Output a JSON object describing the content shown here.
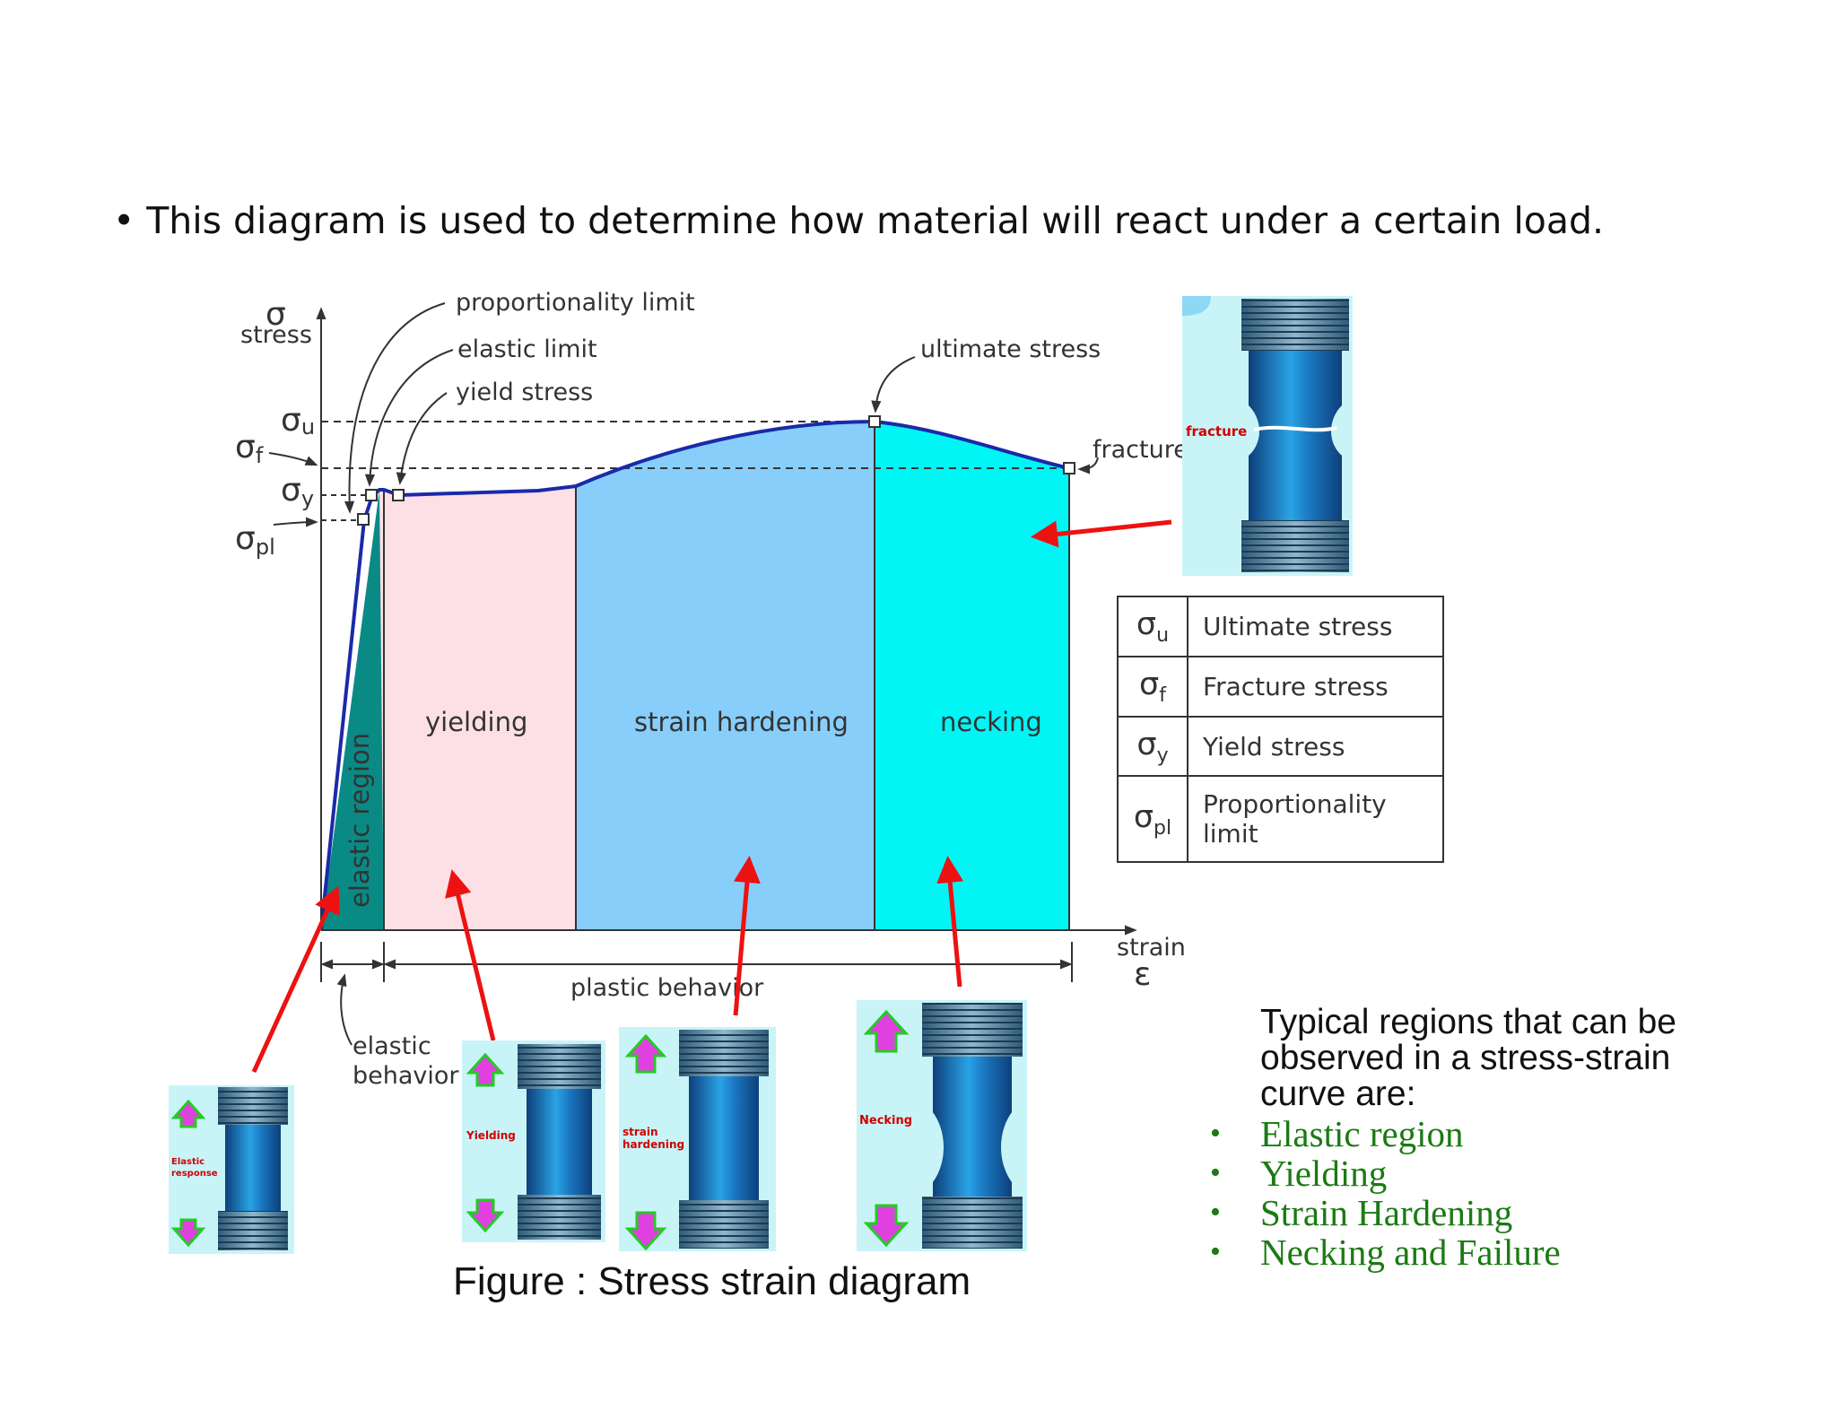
{
  "slide": {
    "bullet": "• This diagram is used to determine how material will react under a certain load.",
    "caption": "Figure : Stress strain diagram"
  },
  "diagram": {
    "axis": {
      "y_symbol": "σ",
      "y_label": "stress",
      "x_label": "strain",
      "x_symbol": "ε"
    },
    "stress_levels": {
      "u": {
        "sym": "σ",
        "sub": "u"
      },
      "f": {
        "sym": "σ",
        "sub": "f"
      },
      "y": {
        "sym": "σ",
        "sub": "y"
      },
      "pl": {
        "sym": "σ",
        "sub": "pl"
      }
    },
    "callouts": {
      "proportionality": "proportionality limit",
      "elastic_limit": "elastic limit",
      "yield": "yield stress",
      "ultimate": "ultimate stress",
      "fracture": "fracture"
    },
    "regions": {
      "elastic": "elastic region",
      "yielding": "yielding",
      "hardening": "strain hardening",
      "necking": "necking"
    },
    "behaviors": {
      "plastic": "plastic behavior",
      "elastic_line1": "elastic",
      "elastic_line2": "behavior"
    },
    "specimens": {
      "elastic_1": "Elastic",
      "elastic_2": "response",
      "yielding": "Yielding",
      "hardening_1": "strain",
      "hardening_2": "hardening",
      "necking": "Necking",
      "fracture": "fracture"
    },
    "colors": {
      "elastic": "#0a8a85",
      "yielding": "#fde0e6",
      "hardening": "#87cefa",
      "necking": "#00f5f5",
      "curve": "#1a2aa8",
      "arrow": "#ee1111",
      "specimen": "#1d6fb0",
      "specimen_bg": "#c9f4f7"
    }
  },
  "legend": [
    {
      "sym": "σ",
      "sub": "u",
      "desc": "Ultimate stress"
    },
    {
      "sym": "σ",
      "sub": "f",
      "desc": "Fracture stress"
    },
    {
      "sym": "σ",
      "sub": "y",
      "desc": "Yield stress"
    },
    {
      "sym": "σ",
      "sub": "pl",
      "desc": "Proportionality limit"
    }
  ],
  "summary": {
    "intro": "Typical regions that can be observed in a stress-strain curve are:",
    "items": [
      "Elastic region",
      "Yielding",
      "Strain Hardening",
      "Necking and Failure"
    ]
  }
}
